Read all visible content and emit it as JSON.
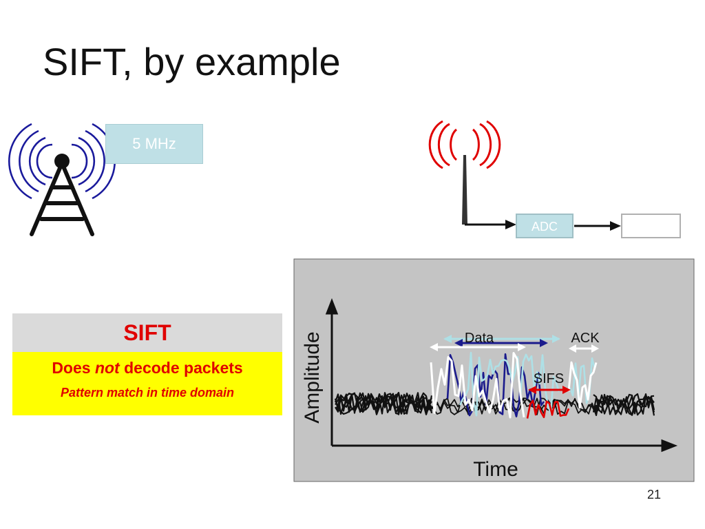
{
  "slide": {
    "title": "SIFT, by example",
    "page_number": "21"
  },
  "transmitter": {
    "frequency_label": "5 MHz"
  },
  "receiver": {
    "adc_label": "ADC",
    "output_label": ""
  },
  "sift_box": {
    "heading": "SIFT",
    "line1_prefix": "Does ",
    "line1_emphasis": "not",
    "line1_suffix": " decode packets",
    "line2": "Pattern match in time domain"
  },
  "plot": {
    "ylabel": "Amplitude",
    "xlabel": "Time",
    "data_label": "Data",
    "ack_label": "ACK",
    "sifs_label": "SIFS"
  },
  "colors": {
    "tower_waves": "#1a1a9c",
    "receiver_waves": "#e00000",
    "plot_background": "#c4c4c4",
    "sift_heading_bg": "#dadada",
    "sift_body_bg": "#ffff00",
    "accent_red": "#e00000"
  }
}
